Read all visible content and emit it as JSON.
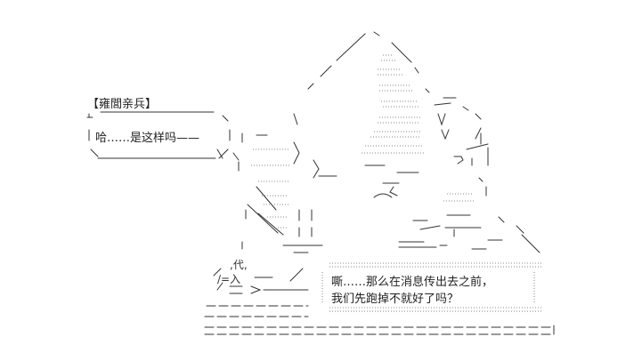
{
  "bubble": {
    "speaker": "【雍閭亲兵】",
    "line": "哈……是这样吗——"
  },
  "speech": {
    "line1": "嘶……那么在消息传出去之前，",
    "line2": "我们先跑掉不就好了吗？"
  },
  "colors": {
    "ink": "#222222",
    "dots": "#888888",
    "background": "#ffffff"
  }
}
